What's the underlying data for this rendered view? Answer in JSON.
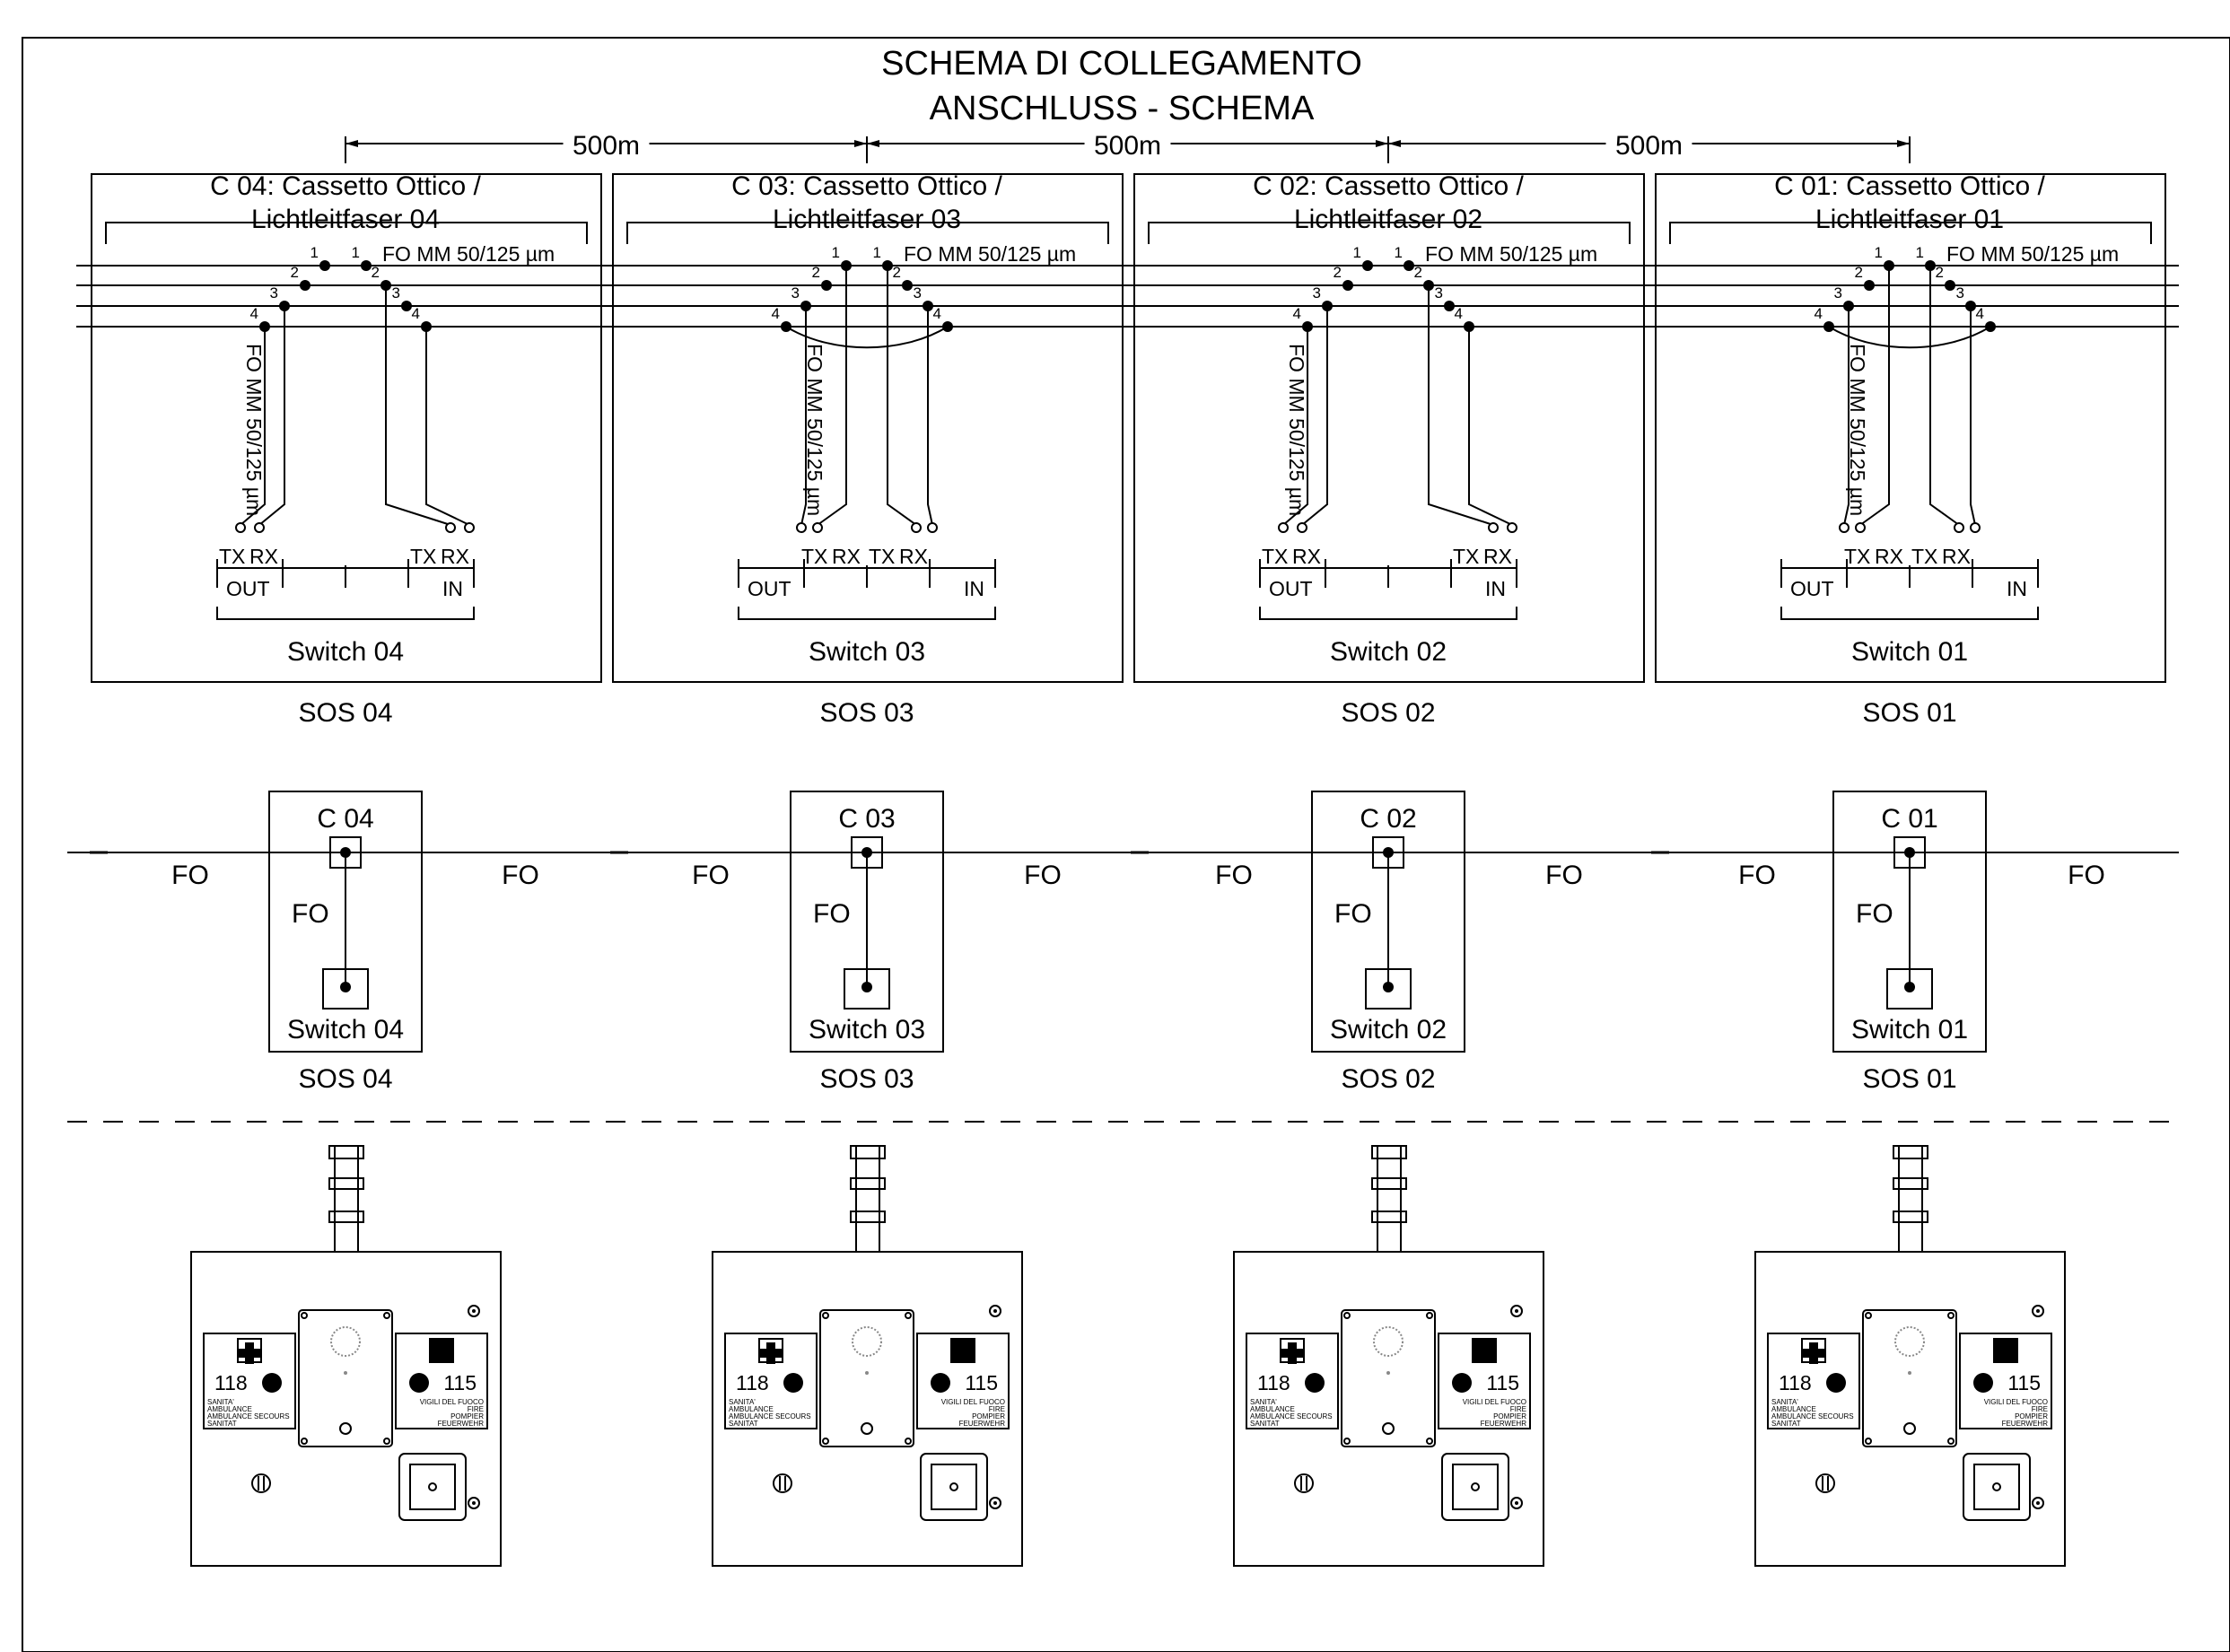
{
  "title": {
    "line1": "SCHEMA DI COLLEGAMENTO",
    "line2": "ANSCHLUSS - SCHEMA"
  },
  "distance_label": "500m",
  "fiber_spec": "FO MM 50/125 µm",
  "fo_label": "FO",
  "tx_label": "TX",
  "rx_label": "RX",
  "out_label": "OUT",
  "in_label": "IN",
  "pin_labels": [
    "1",
    "2",
    "3",
    "4"
  ],
  "stations": [
    {
      "cassette_line1": "C 04: Cassetto Ottico /",
      "cassette_line2": "Lichtleitfaser 04",
      "switch": "Switch 04",
      "sos": "SOS 04",
      "c_label": "C 04"
    },
    {
      "cassette_line1": "C 03: Cassetto Ottico /",
      "cassette_line2": "Lichtleitfaser 03",
      "switch": "Switch 03",
      "sos": "SOS 03",
      "c_label": "C 03"
    },
    {
      "cassette_line1": "C 02: Cassetto Ottico /",
      "cassette_line2": "Lichtleitfaser 02",
      "switch": "Switch 02",
      "sos": "SOS 02",
      "c_label": "C 02"
    },
    {
      "cassette_line1": "C 01: Cassetto Ottico /",
      "cassette_line2": "Lichtleitfaser 01",
      "switch": "Switch 01",
      "sos": "SOS 01",
      "c_label": "C 01"
    }
  ],
  "panel": {
    "left_number": "118",
    "left_text": [
      "SANITA'",
      "AMBULANCE",
      "AMBULANCE SECOURS",
      "SANITAT"
    ],
    "right_number": "115",
    "right_text": [
      "VIGILI DEL FUOCO",
      "FIRE",
      "POMPIER",
      "FEUERWEHR"
    ]
  }
}
